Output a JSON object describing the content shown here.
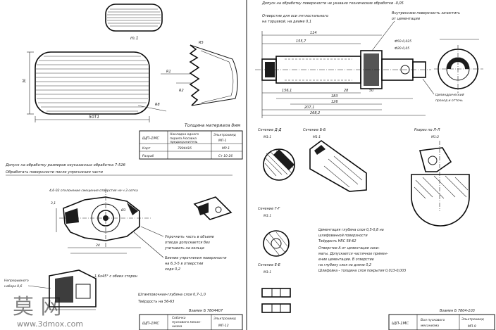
{
  "sheet_left": {
    "top_view_label": "m.1",
    "plate_width_dim": "50T1",
    "plate_height_dim": "30",
    "radius_label": "R8",
    "notch_label_a": "R1",
    "notch_label_b": "R2",
    "serration_label": "R5",
    "thickness_note": "Толщина материала 8мм",
    "title_block_1": {
      "code": "ЩП-1МС",
      "name_line1": "Накладка одного",
      "name_line2": "перила Носовка",
      "name_line3": "предохранитель",
      "mark": "Эльктрохимд",
      "num": "МП-1",
      "row2_a": "Карт",
      "row2_b": "7804416",
      "row2_c": "МР-1",
      "row3_a": "Разраб",
      "row3_c": "Ст 10-26"
    },
    "note_top_1": "Допуск на обработку размеров неуказанных обработка 7-52б",
    "note_top_2": "Обработать поверхности после упрочнения части",
    "dim_note_center": "4,6-02 отклонение смещения отверстия не ч.3 сетка",
    "lever_label_a": "3,1",
    "lever_label_b": "Ø3",
    "lever_label_c": "24",
    "note_hardening_1": "Упрочнить часть в объеме",
    "note_hardening_2": "отвода допускается без",
    "note_hardening_3": "учитывать на кольце",
    "note_hardness_1": "Биение упрочнения поверхности",
    "note_hardness_2": "на 6,3-5 в отверстии",
    "note_hardness_3": "ходе 0,2",
    "note_bottom_left": "1,6х45° с обеих сторон",
    "note_material_1": "Штамповочная-глубина слоя 0,7-1,0",
    "note_material_2": "Твёрдость на 56-63",
    "replaced_by": "Взамен Б 7804407",
    "side_label_1": "Непрерывного",
    "side_label_2": "набора 0,6",
    "title_block_2": {
      "code": "ЩП-1МС",
      "name_line1": "Собачка",
      "name_line2": "пускового механ-",
      "name_line3": "низма",
      "mark": "Эльктрохимд",
      "num": "МП-12"
    }
  },
  "sheet_right": {
    "note_top": "Допуск на обработку поверхности не указано технические обработки -0,05",
    "note_axis_1": "Отверстие для оси лнтлостального",
    "note_axis_2": "на торцевой, на диаме 0,1",
    "note_surface_1": "Внутреннюю поверхность зачистить",
    "note_surface_2": "от цементации",
    "dim_1": "155,7",
    "dim_2": "114",
    "dim_3": "156,1",
    "dim_4": "183",
    "dim_5": "126",
    "dim_6": "28",
    "dim_7": "50",
    "dim_8": "207,1",
    "dim_9": "268,2",
    "small_notes_1": "Ф50-0,025",
    "small_notes_2": "Ф20-0,05",
    "note_chamfer_1": "Цилиндрический",
    "note_chamfer_2": "проход и отточь",
    "section_a": "Сечение Д-Д",
    "section_b": "Сечение Б-Б",
    "section_c": "Сечение Г-Г",
    "section_d": "Сечение Е-Е",
    "view_label": "Разрез по Л-Л",
    "scale_a": "М1:1",
    "scale_b": "М1:1",
    "scale_c": "М1:1",
    "scale_d": "М1:1",
    "scale_e": "М1:2",
    "tech_note_1": "Цементация глубина слоя 0,5-0,8 на",
    "tech_note_2": "шлифованной поверхности",
    "tech_note_3": "Твёрдость HRC 58-62",
    "tech_note_4": "Отверстие А от цементации зани-",
    "tech_note_5": "маты. Допускается частичное примен-",
    "tech_note_6": "ение цементации. В отверстие",
    "tech_note_7": "на глубину слоя на длине 0,2",
    "tech_note_8": "Шлифовка - толщина слоя покрытия 0,013-0,003",
    "replaced_by": "Взамен Б 7804-103",
    "title_block": {
      "code": "ЩП-1МС",
      "name_line1": "Вал пускового",
      "name_line2": "механизма",
      "mark": "Эльктрохимд",
      "num": "МП-9"
    }
  },
  "watermark": {
    "logo_text": "莫 网",
    "url": "www.3dmox.com"
  }
}
